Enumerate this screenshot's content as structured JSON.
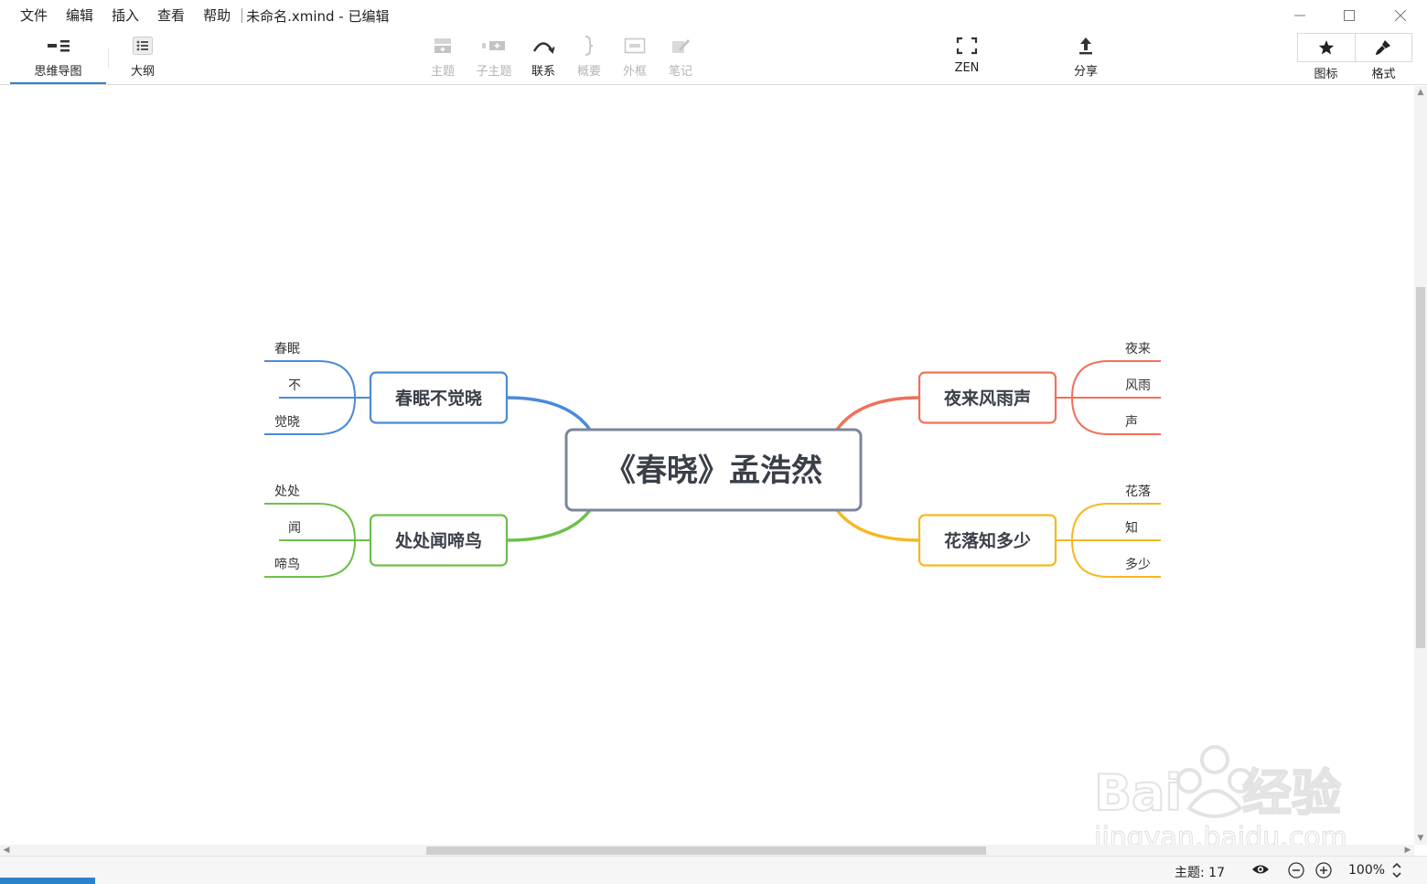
{
  "menu": {
    "items": [
      "文件",
      "编辑",
      "插入",
      "查看",
      "帮助"
    ],
    "doc_title": "未命名.xmind - 已编辑"
  },
  "toolbar": {
    "mindmap": "思维导图",
    "outline": "大纲",
    "topic": "主题",
    "subtopic": "子主题",
    "relationship": "联系",
    "summary": "概要",
    "boundary": "外框",
    "notes": "笔记",
    "zen": "ZEN",
    "share": "分享",
    "icons": "图标",
    "format": "格式"
  },
  "map": {
    "central": "《春晓》孟浩然",
    "branches": [
      {
        "title": "春眠不觉晓",
        "color": "#4a8bd6",
        "children": [
          "春眠",
          "不",
          "觉晓"
        ]
      },
      {
        "title": "处处闻啼鸟",
        "color": "#6cc04a",
        "children": [
          "处处",
          "闻",
          "啼鸟"
        ]
      },
      {
        "title": "夜来风雨声",
        "color": "#f0705a",
        "children": [
          "夜来",
          "风雨",
          "声"
        ]
      },
      {
        "title": "花落知多少",
        "color": "#f6b81e",
        "children": [
          "花落",
          "知",
          "多少"
        ]
      }
    ]
  },
  "status": {
    "topic_count": "主题: 17",
    "zoom": "100%"
  },
  "colors": {
    "accent": "#2c82c9",
    "central_border": "#7c8699",
    "text": "#3a3f48"
  }
}
